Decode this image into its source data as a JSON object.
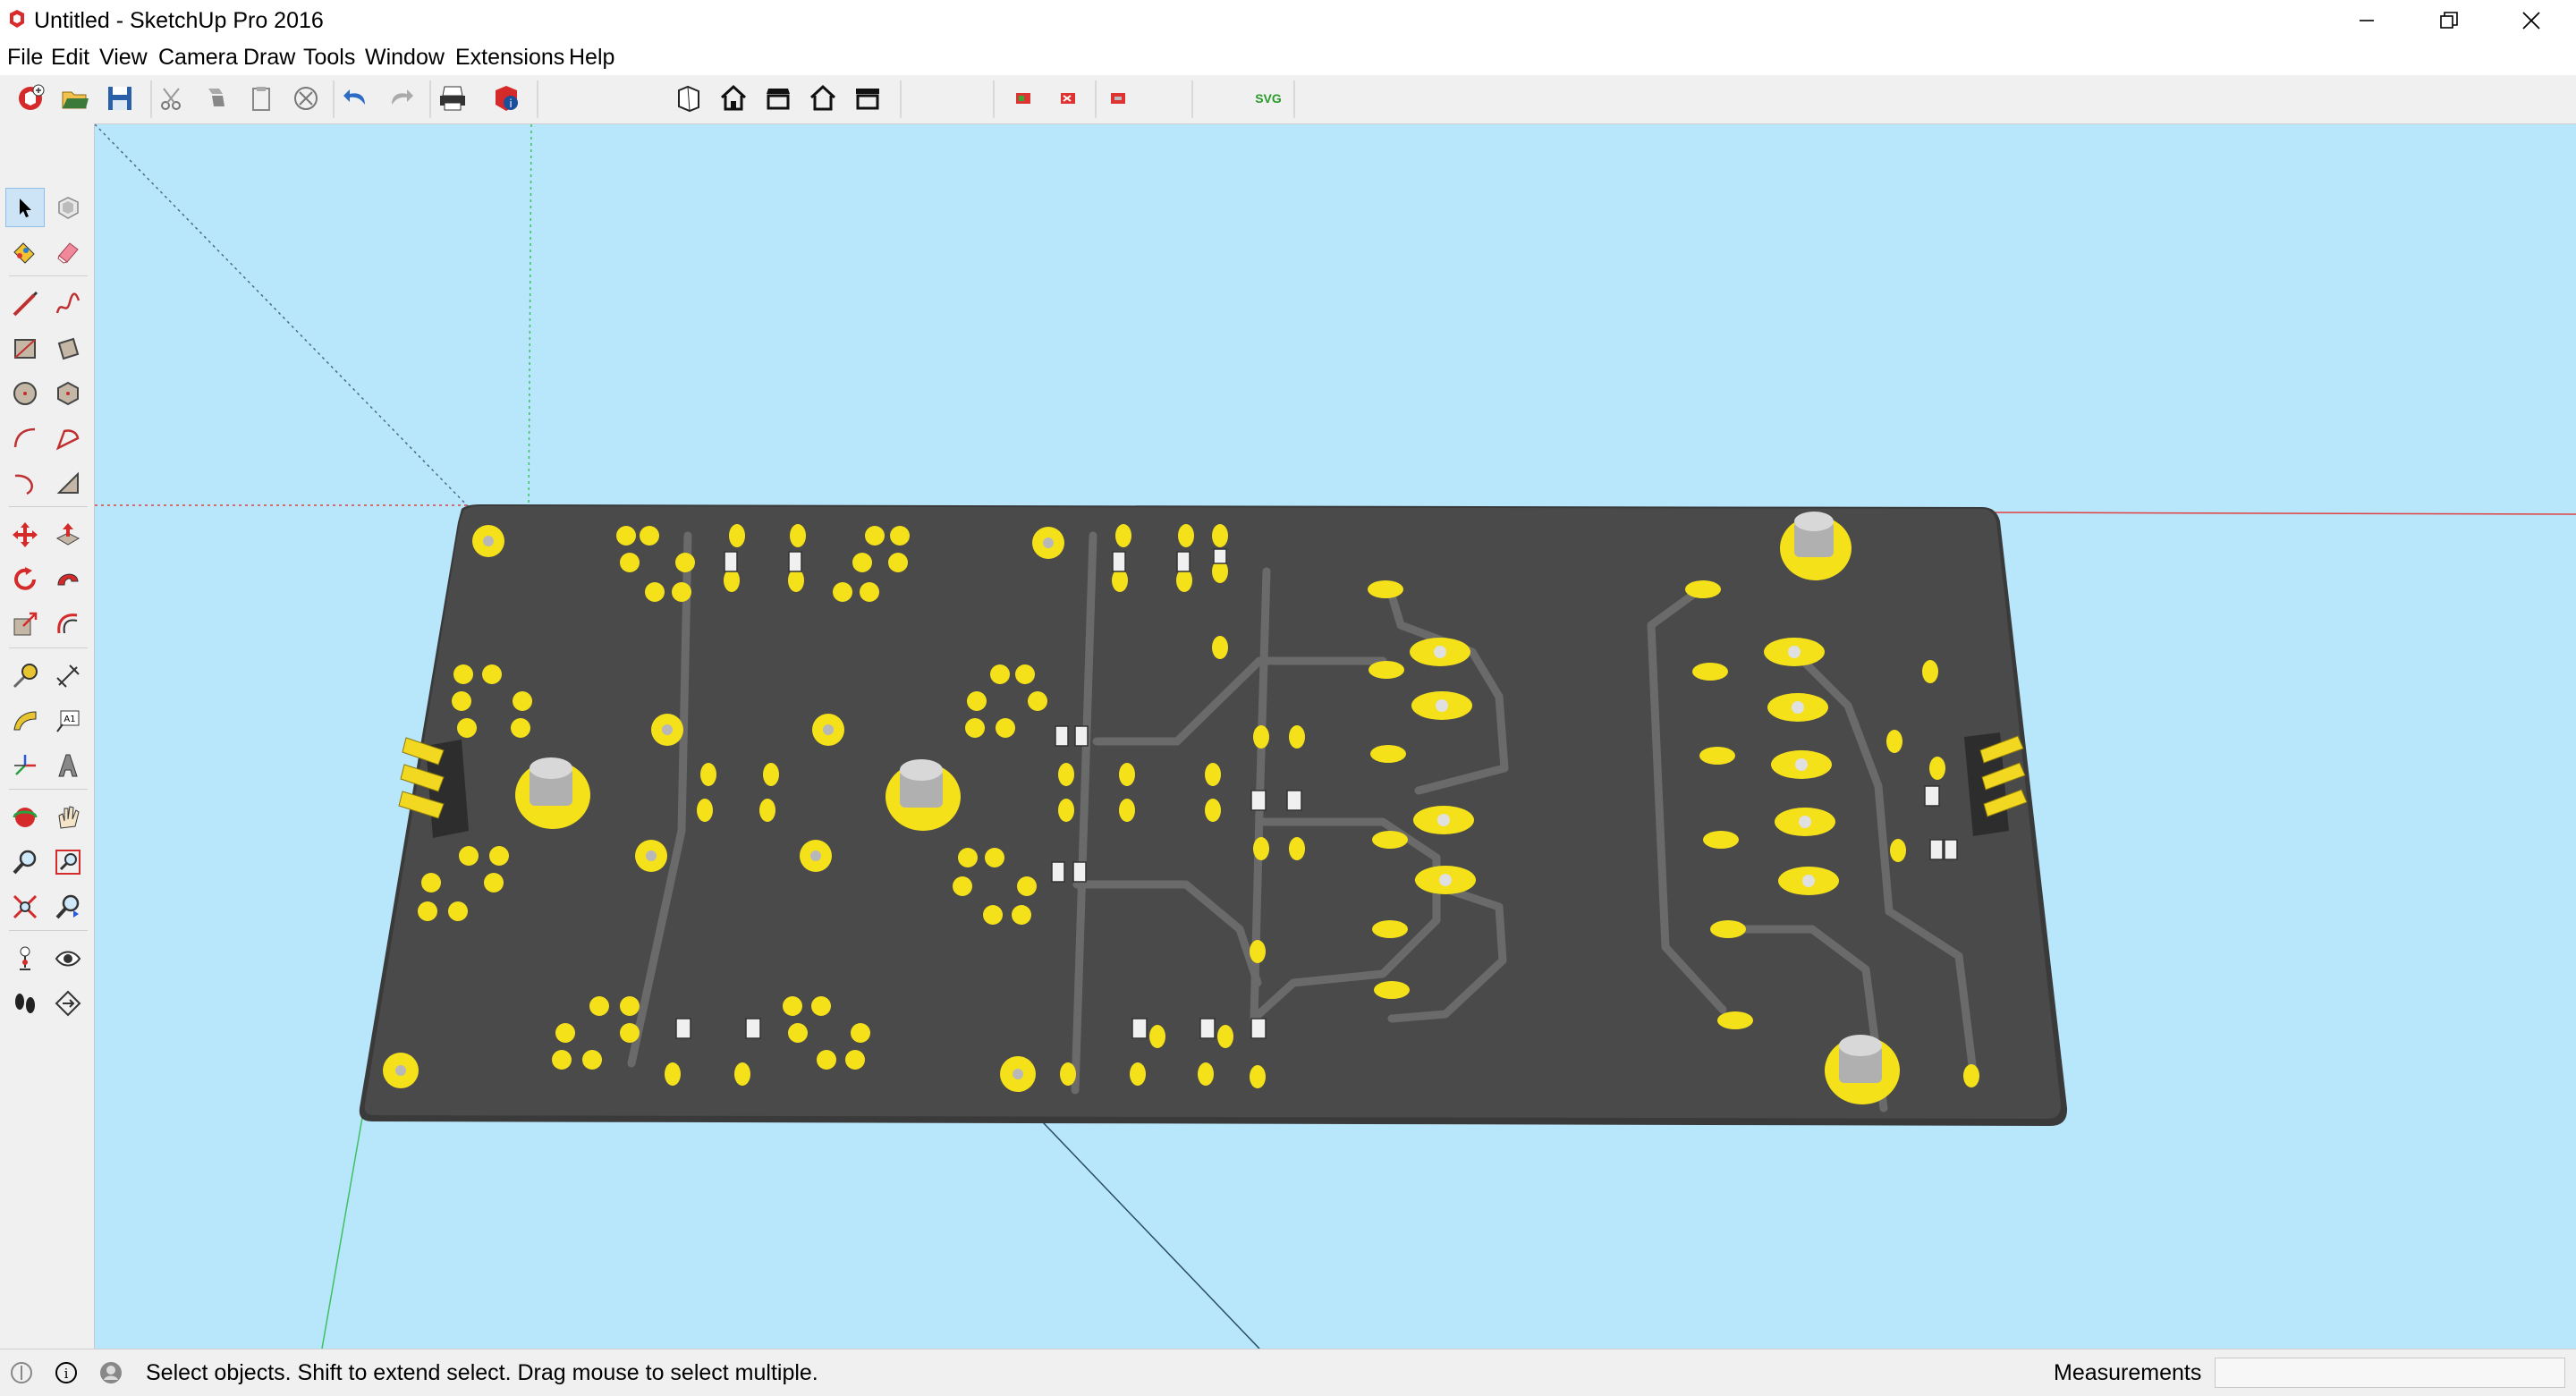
{
  "window": {
    "title": "Untitled - SketchUp Pro 2016",
    "app_icon": "sketchup-logo-icon",
    "controls": [
      "minimize-icon",
      "restore-icon",
      "close-icon"
    ]
  },
  "menu": {
    "items": [
      "File",
      "Edit",
      "View",
      "Camera",
      "Draw",
      "Tools",
      "Window",
      "Extensions",
      "Help"
    ]
  },
  "toolbar": {
    "svg_label": "SVG",
    "icons": [
      "new-model-icon",
      "open-icon",
      "save-icon",
      "cut-icon",
      "copy-icon",
      "paste-icon",
      "erase-icon",
      "undo-icon",
      "redo-icon",
      "print-icon",
      "model-info-icon",
      "iso-view-icon",
      "top-view-icon",
      "front-view-icon",
      "right-view-icon",
      "back-view-icon",
      "extension-a-icon",
      "extension-b-icon",
      "extension-c-icon",
      "svg-export-icon"
    ]
  },
  "tools": {
    "active": "select-tool",
    "icons": [
      "select-icon",
      "make-component-icon",
      "paint-bucket-icon",
      "eraser-icon",
      "line-icon",
      "freehand-icon",
      "rectangle-icon",
      "rotated-rectangle-icon",
      "circle-icon",
      "polygon-icon",
      "arc-icon",
      "two-point-arc-icon",
      "three-point-arc-icon",
      "pie-icon",
      "move-icon",
      "push-pull-icon",
      "rotate-icon",
      "follow-me-icon",
      "scale-icon",
      "offset-icon",
      "tape-measure-icon",
      "dimension-icon",
      "protractor-icon",
      "text-icon",
      "axes-icon",
      "3d-text-icon",
      "orbit-icon",
      "pan-icon",
      "zoom-icon",
      "zoom-window-icon",
      "zoom-extents-icon",
      "previous-view-icon",
      "position-camera-icon",
      "look-around-icon",
      "walk-icon",
      "section-plane-icon"
    ],
    "text_tool_glyph": "A1"
  },
  "status": {
    "message": "Select objects. Shift to extend select. Drag mouse to select multiple.",
    "measurements_label": "Measurements",
    "measurements_value": "",
    "icons": [
      "geo-location-icon",
      "credits-icon",
      "user-icon"
    ]
  },
  "colors": {
    "sky": "#b8e6fa",
    "board": "#4a4a4a",
    "pad": "#f5e11a",
    "trace": "#6a6a6a",
    "red_axis": "#e04040",
    "green_axis": "#40c060",
    "blue_axis": "#2a5a9a"
  }
}
